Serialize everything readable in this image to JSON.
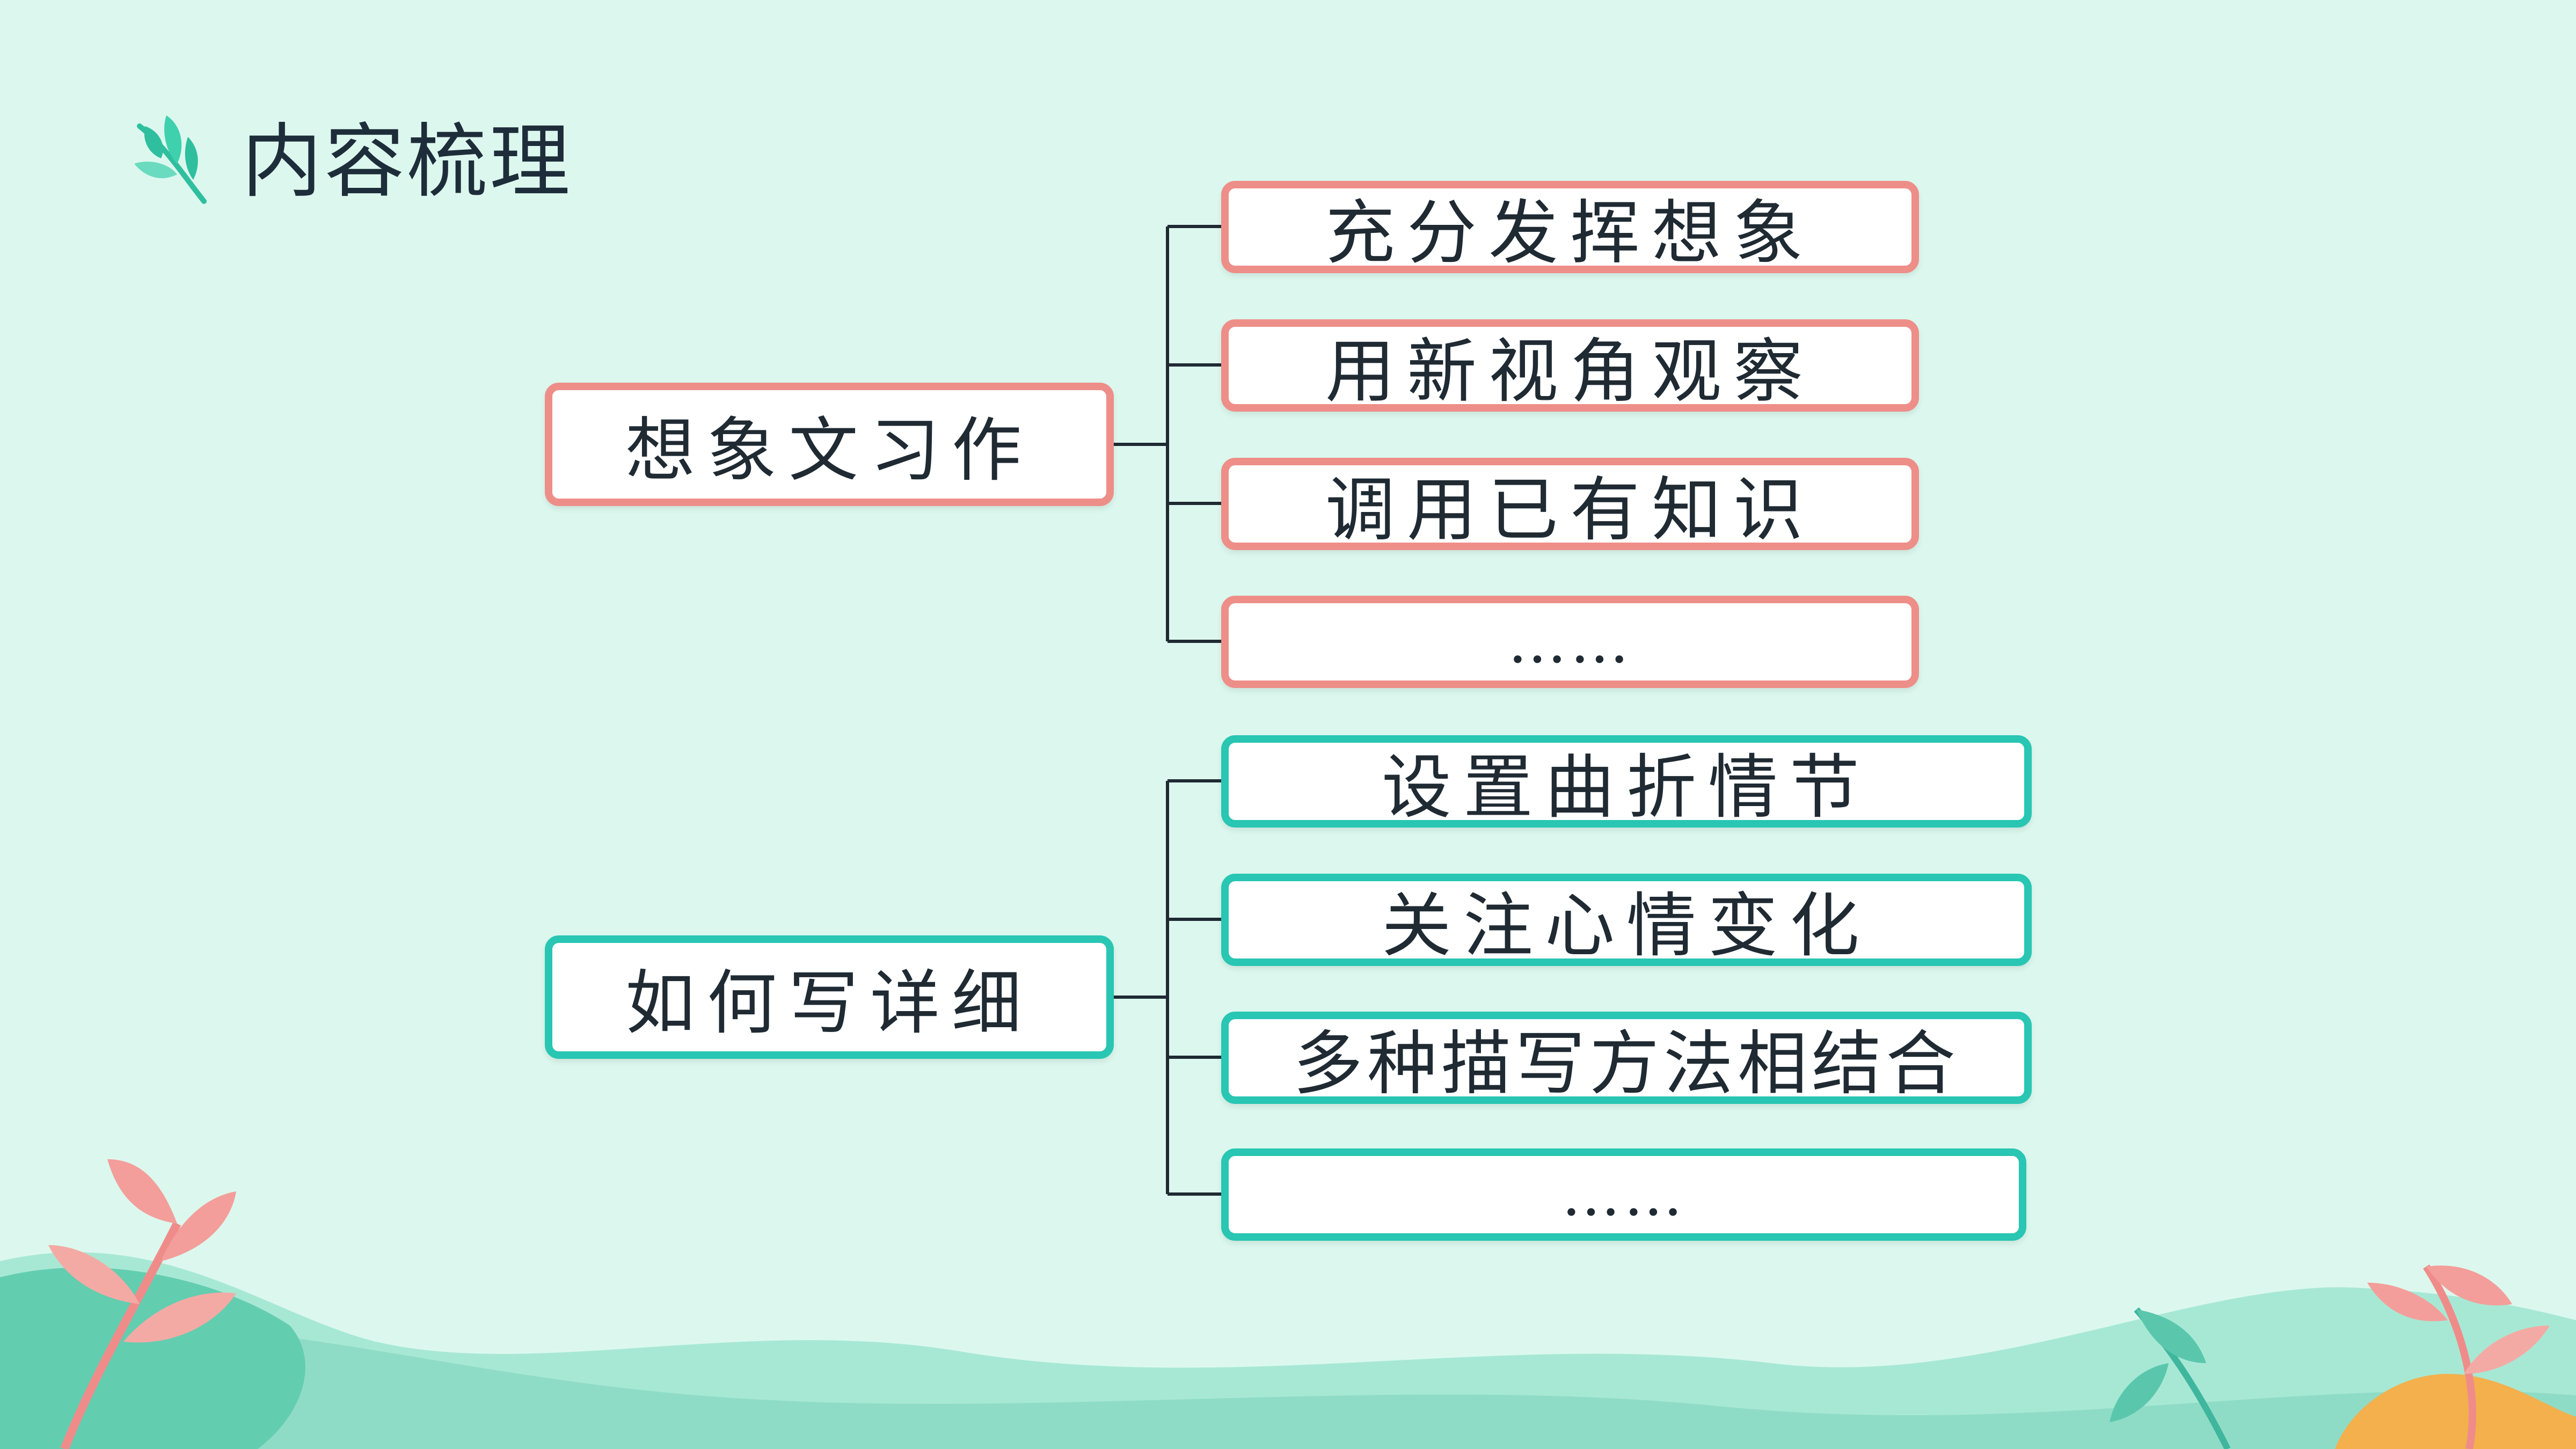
{
  "title": "内容梳理",
  "colors": {
    "background": "#dcf8ee",
    "red_border": "#ee8e88",
    "teal_border": "#28c6b3",
    "line": "#1f2a33"
  },
  "icon": "leaf-icon",
  "groups": [
    {
      "label": "想象文习作",
      "color": "red",
      "items": [
        "充分发挥想象",
        "用新视角观察",
        "调用已有知识",
        "……"
      ]
    },
    {
      "label": "如何写详细",
      "color": "teal",
      "items": [
        "设置曲折情节",
        "关注心情变化",
        "多种描写方法相结合",
        "……"
      ]
    }
  ]
}
